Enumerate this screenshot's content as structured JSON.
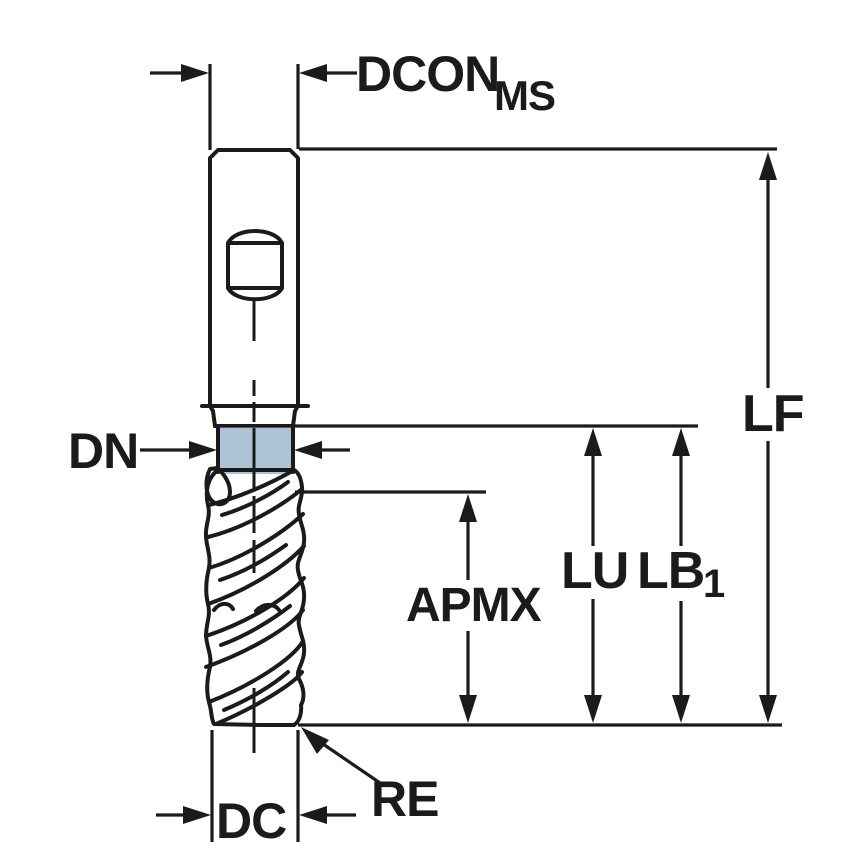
{
  "diagram": {
    "description": "End mill cutting tool dimension drawing",
    "labels": {
      "dcon": "DCON",
      "dcon_sub": "MS",
      "dn": "DN",
      "apmx": "APMX",
      "lu": "LU",
      "lb": "LB",
      "lb_sub": "1",
      "lf": "LF",
      "dc": "DC",
      "re": "RE"
    },
    "colors": {
      "outline": "#1b1b1b",
      "shank_fill": "#cfdfe9",
      "collar_fill": "#c3d6e2",
      "neck_fill": "#abc5d6",
      "flute_fill": "#aec7d7",
      "background": "#ffffff"
    }
  }
}
